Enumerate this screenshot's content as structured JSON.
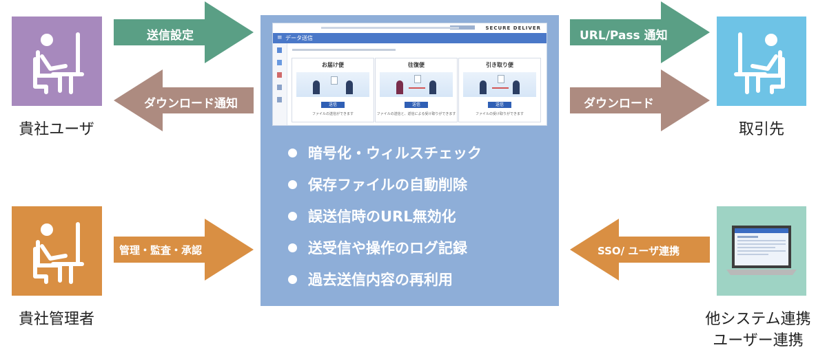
{
  "nodes": {
    "company_user": {
      "label": "貴社ユーザ",
      "color": "#a789bd"
    },
    "partner": {
      "label": "取引先",
      "color": "#6ec3e6"
    },
    "company_admin": {
      "label": "貴社管理者",
      "color": "#d98f43"
    },
    "other_system": {
      "label_line1": "他システム連携",
      "label_line2": "ユーザー連携",
      "color": "#9ed3c4"
    }
  },
  "arrows": {
    "send_settings": {
      "label": "送信設定",
      "color": "#5a9f85"
    },
    "download_notice": {
      "label": "ダウンロード通知",
      "color": "#ad8b80"
    },
    "url_pass_notice": {
      "label": "URL/Pass 通知",
      "color": "#5a9f85"
    },
    "download": {
      "label": "ダウンロード",
      "color": "#ad8b80"
    },
    "admin_flow": {
      "label": "管理・監査・承認",
      "color": "#d98f43"
    },
    "sso_flow": {
      "label": "SSO/ ユーザ連携",
      "color": "#d98f43"
    }
  },
  "center": {
    "color": "#8eaed8",
    "screenshot": {
      "brand": "SECURE DELIVER",
      "nav_title": "データ送信",
      "cards": [
        {
          "title": "お届け便",
          "button": "送信",
          "note": "ファイルの送信ができます"
        },
        {
          "title": "往復便",
          "button": "送信",
          "note": "ファイルの送信と、返信による受け取りができます"
        },
        {
          "title": "引き取り便",
          "button": "送信",
          "note": "ファイルの受け取りができます"
        }
      ]
    },
    "features": [
      "暗号化・ウィルスチェック",
      "保存ファイルの自動削除",
      "誤送信時のURL無効化",
      "送受信や操作のログ記録",
      "過去送信内容の再利用"
    ]
  }
}
